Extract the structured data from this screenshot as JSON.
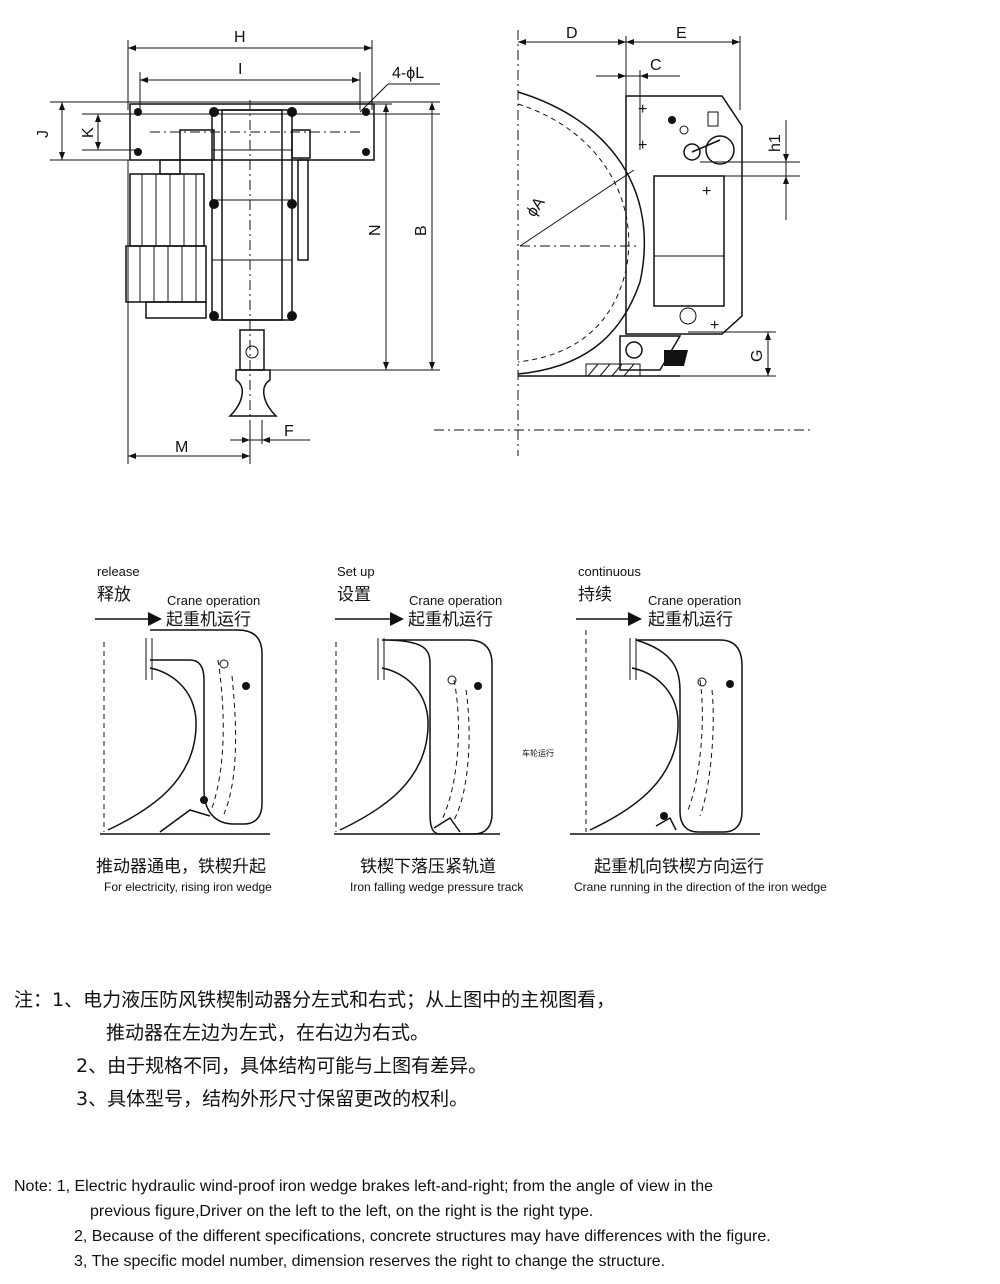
{
  "top_view": {
    "labels": {
      "H": "H",
      "I": "I",
      "four_phi_l": "4-ϕL",
      "J": "J",
      "K": "K",
      "N": "N",
      "B": "B",
      "M": "M",
      "F": "F"
    }
  },
  "side_view": {
    "labels": {
      "D": "D",
      "E": "E",
      "C": "C",
      "phi_a": "ϕA",
      "h1": "h1",
      "G": "G"
    }
  },
  "panels": [
    {
      "en_title": "release",
      "cn_title": "释放",
      "en_op": "Crane operation",
      "cn_op": "起重机运行",
      "cn_caption": "推动器通电，铁楔升起",
      "en_caption": "For electricity, rising iron wedge"
    },
    {
      "en_title": "Set up",
      "cn_title": "设置",
      "en_op": "Crane operation",
      "cn_op": "起重机运行",
      "cn_caption": "铁楔下落压紧轨道",
      "en_caption": "Iron falling wedge pressure track"
    },
    {
      "en_title": "continuous",
      "cn_title": "持续",
      "en_op": "Crane operation",
      "cn_op": "起重机运行",
      "cn_caption": "起重机向铁楔方向运行",
      "en_caption": "Crane running in the direction of the iron wedge",
      "side_label": "车轮运行"
    }
  ],
  "notes_cn": [
    "注：1、电力液压防风铁楔制动器分左式和右式；从上图中的主视图看，",
    "推动器在左边为左式，在右边为右式。",
    "2、由于规格不同，具体结构可能与上图有差异。",
    "3、具体型号，结构外形尺寸保留更改的权利。"
  ],
  "notes_en": [
    "Note: 1, Electric hydraulic wind-proof iron wedge brakes left-and-right;  from the angle of view in the",
    "previous figure,Driver on the left to the left, on the right is the right type.",
    "2, Because of the different specifications, concrete structures may have differences with the figure.",
    "3, The specific model number, dimension reserves the right to change the structure."
  ]
}
